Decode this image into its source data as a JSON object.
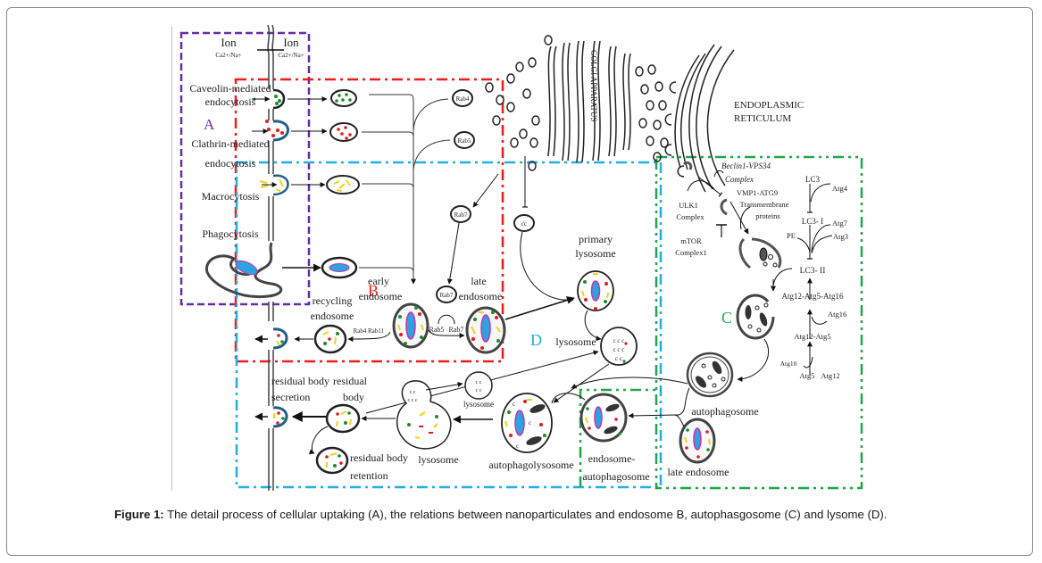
{
  "figure": {
    "caption_label": "Figure 1:",
    "caption_text": " The detail process of cellular uptaking (A), the relations between nanoparticulates and endosome B, autophasgosome (C) and lysome (D).",
    "colors": {
      "region_A": "#6a2ca6",
      "region_B": "#ee1c1c",
      "region_C": "#1fa74a",
      "region_D": "#22aee6",
      "membrane_coat": "#1f5f8a",
      "nucleus_blue": "#2aa3e0",
      "nucleus_rim": "#d62ea5",
      "particle_green": "#1f8a2b",
      "particle_red": "#e21b1b",
      "particle_yellow": "#f2d21a"
    },
    "regions": {
      "A": "A",
      "B": "B",
      "C": "C",
      "D": "D"
    },
    "membrane": {
      "ion_left": "Ion",
      "ion_left_sub": "Ca2+/Na+",
      "ion_right": "Ion",
      "ion_right_sub": "Ca2+/Na+"
    },
    "uptake": {
      "caveolin_1": "Caveolin-mediated",
      "caveolin_2": "endocytosis",
      "clathrin_1": "Clathrin-mediated",
      "clathrin_2": "endocytosis",
      "macro": "Macrocytosis",
      "phago": "Phagocytosis"
    },
    "rabs": {
      "rab4_top": "Rab4",
      "rab5_top": "Rab5",
      "rab7_mid": "Rab7",
      "rab7_low": "Rab7",
      "rab5_arc": "Rab5",
      "rab7_arc": "Rab7",
      "rab4_rec": "Rab4",
      "rab11_rec": "Rab11"
    },
    "organelles": {
      "golgi": "GOLGI APPARATUS",
      "er_1": "ENDOPLASMIC",
      "er_2": "RETICULUM",
      "early_1": "early",
      "early_2": "endosome",
      "late_1": "late",
      "late_2": "endosome",
      "recycling_1": "recycling",
      "recycling_2": "endosome",
      "primary_1": "primary",
      "primary_2": "lysosome",
      "lysosome_d": "lysosome",
      "lysosome_small": "lysosome",
      "lysosome_big": "lysosome",
      "residual_secretion_1": "residual body",
      "residual_secretion_2": "secretion",
      "residual_body_1": "residual",
      "residual_body_2": "body",
      "residual_retention_1": "residual body",
      "residual_retention_2": "retention",
      "autophagolysosome": "autophagolysosome",
      "endo_auto_1": "endosome-",
      "endo_auto_2": "autophagosome",
      "autophagosome": "autophagosome",
      "late_endosome_c": "late endosome"
    },
    "autophagy": {
      "beclin_1": "Beclin1-VPS34",
      "beclin_2": "Complex",
      "ulk_1": "ULK1",
      "ulk_2": "Complex",
      "mtor_1": "mTOR",
      "mtor_2": "Complex1",
      "vmp_1": "VMP1-ATG9",
      "vmp_2": "Transmembrane",
      "vmp_3": "proteins",
      "lc3": "LC3",
      "atg4": "Atg4",
      "lc3_1": "LC3- I",
      "atg7": "Atg7",
      "pe": "PE",
      "atg3": "Atg3",
      "lc3_2": "LC3- II",
      "atg12_5_16": "Atg12-Atg5-Atg16",
      "atg16": "Atg16",
      "atg12_5": "Atg12-Atg5",
      "atg10": "Atg10",
      "atg5": "Atg5",
      "atg12": "Atg12"
    }
  }
}
